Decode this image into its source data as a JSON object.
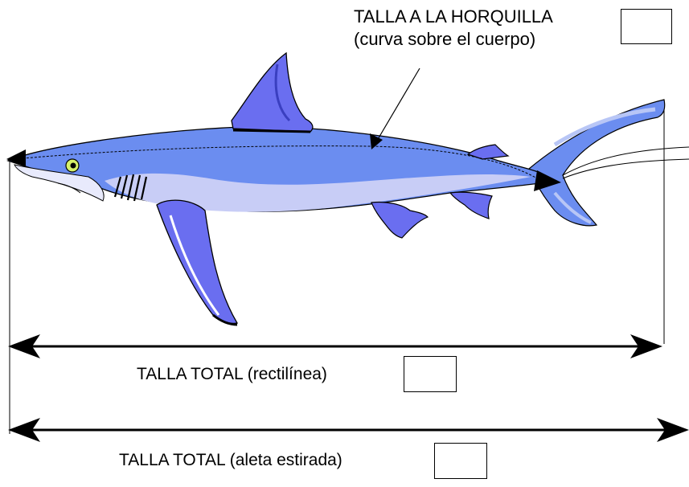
{
  "labels": {
    "fork_length_line1": "TALLA A LA HORQUILLA",
    "fork_length_line2": "(curva sobre el cuerpo)",
    "total_length_straight": "TALLA TOTAL (rectilínea)",
    "total_length_stretched": "TALLA TOTAL (aleta estirada)"
  },
  "colors": {
    "body_blue": "#6b8df0",
    "fin_blue": "#6a6ef0",
    "belly": "#c8cdf6",
    "outline": "#000000",
    "eye": "#d6f06a"
  }
}
